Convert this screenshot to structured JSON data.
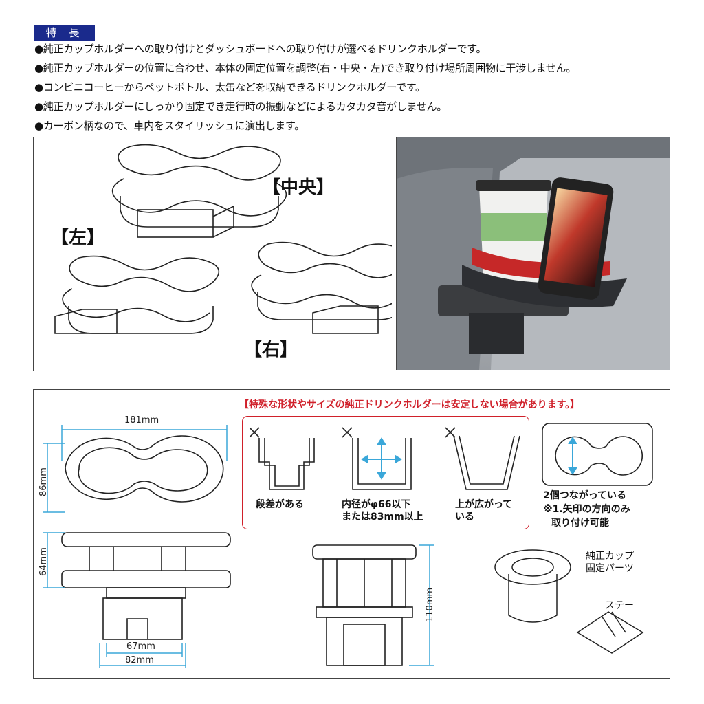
{
  "header": {
    "badge": "特 長",
    "features": [
      "●純正カップホルダーへの取り付けとダッシュボードへの取り付けが選べるドリンクホルダーです。",
      "●純正カップホルダーの位置に合わせ、本体の固定位置を調整(右・中央・左)でき取り付け場所周囲物に干渉しません。",
      "●コンビニコーヒーからペットボトル、太缶などを収納できるドリンクホルダーです。",
      "●純正カップホルダーにしっかり固定でき走行時の振動などによるカタカタ音がしません。",
      "●カーボン柄なので、車内をスタイリッシュに演出します。"
    ]
  },
  "positions": {
    "left": "【左】",
    "center": "【中央】",
    "right": "【右】"
  },
  "warning": {
    "title": "【特殊な形状やサイズの純正ドリンクホルダーは安定しない場合があります。】",
    "case1": "段差がある",
    "case2_line1": "内径がφ66以下",
    "case2_line2": "または83mm以上",
    "case3_line1": "上が広がって",
    "case3_line2": "いる"
  },
  "connected": {
    "line1": "2個つながっている",
    "line2": "※1.矢印の方向のみ",
    "line3": "取り付け可能"
  },
  "dimensions": {
    "width_top": "181mm",
    "height_top": "86mm",
    "height_side": "64mm",
    "base_inner": "67mm",
    "base_outer": "82mm",
    "total_height": "110mm"
  },
  "parts": {
    "fixing": "純正カップ\n固定パーツ",
    "fixing_l1": "純正カップ",
    "fixing_l2": "固定パーツ",
    "stay": "ステー"
  },
  "colors": {
    "badge": "#1a2a8c",
    "warning": "#d0202a",
    "dimension_arrow": "#3aa7d9"
  }
}
